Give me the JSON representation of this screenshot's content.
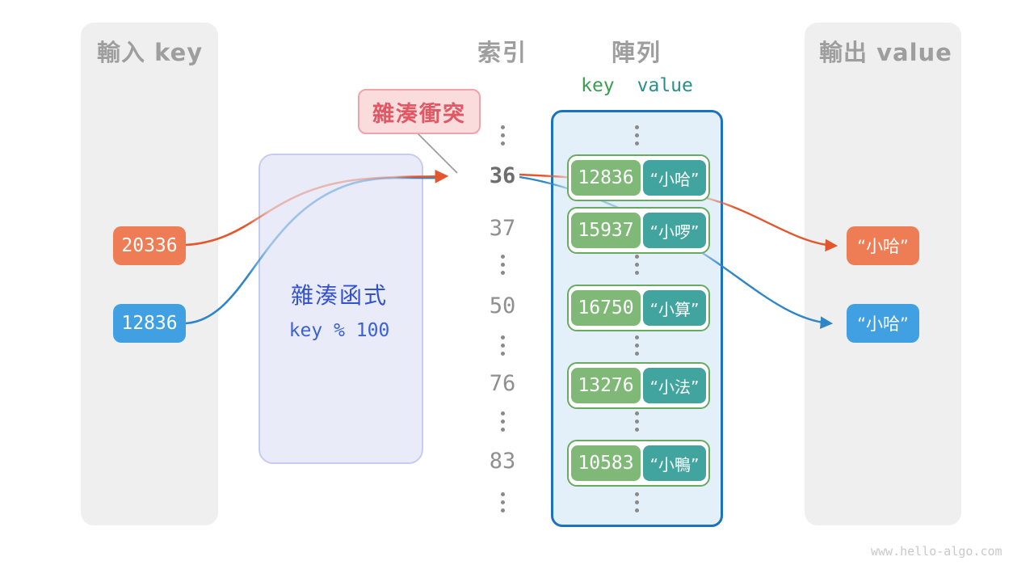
{
  "input_panel": {
    "title": "輸入 key",
    "keys": [
      "20336",
      "12836"
    ]
  },
  "hash_box": {
    "title": "雜湊函式",
    "formula": "key % 100"
  },
  "collision_badge": {
    "label": "雜湊衝突"
  },
  "index_column": {
    "title": "索引",
    "values": [
      "36",
      "37",
      "50",
      "76",
      "83"
    ],
    "highlighted": "36"
  },
  "array_panel": {
    "title": "陣列",
    "key_header": "key",
    "value_header": "value",
    "pairs": [
      {
        "key": "12836",
        "value": "“小哈”"
      },
      {
        "key": "15937",
        "value": "“小啰”"
      },
      {
        "key": "16750",
        "value": "“小算”"
      },
      {
        "key": "13276",
        "value": "“小法”"
      },
      {
        "key": "10583",
        "value": "“小鴨”"
      }
    ]
  },
  "output_panel": {
    "title": "輸出 value",
    "values": [
      "“小哈”",
      "“小哈”"
    ]
  },
  "watermark": "www.hello-algo.com",
  "colors": {
    "orange": "#ee7c54",
    "blue": "#41a0e2",
    "key_green": "#80b878",
    "value_teal": "#42a49e",
    "array_border": "#1d72bd",
    "hash_text": "#3251ce",
    "badge_text": "#e15864"
  }
}
